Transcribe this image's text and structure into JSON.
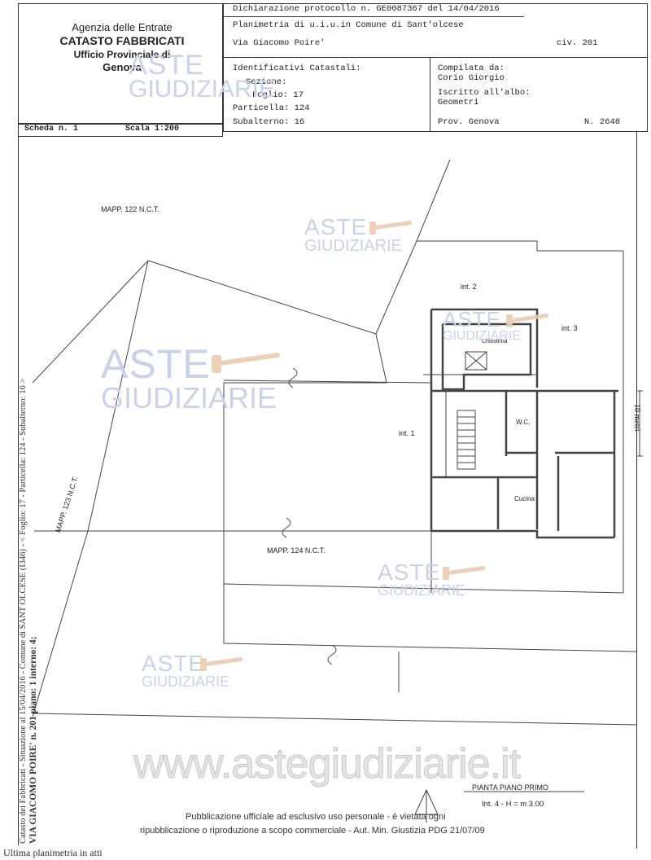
{
  "header": {
    "agency_line1": "Agenzia delle Entrate",
    "agency_line2": "CATASTO FABBRICATI",
    "agency_line3": "Ufficio Provinciale di",
    "agency_line4": "Genova",
    "dichiarazione": "Dichiarazione protocollo n. GE0087367 del  14/04/2016",
    "planimetria": "Planimetria di u.i.u.in Comune di Sant'olcese",
    "address": "Via Giacomo Poire'",
    "civ": "civ. 201",
    "identificativi_title": "Identificativi Catastali:",
    "sezione": "Sezione:",
    "foglio": "Foglio: 17",
    "particella": "Particella: 124",
    "subalterno": "Subalterno: 16",
    "compilata_title": "Compilata da:",
    "compilata_name": "Corio Giorgio",
    "iscritto_title": "Iscritto all'albo:",
    "iscritto_value": "Geometri",
    "prov": "Prov. Genova",
    "numero": "N. 2648",
    "scheda": "Scheda n. 1",
    "scala": "Scala 1:200"
  },
  "plan_labels": {
    "mapp122": "MAPP. 122 N.C.T.",
    "mapp123": "MAPP. 123 N.C.T.",
    "mapp124": "MAPP. 124 N.C.T.",
    "int1": "int. 1",
    "int2": "int. 2",
    "int3": "int. 3",
    "chiostrina": "Chiostrina",
    "wc": "W.C.",
    "cucina": "Cucina",
    "dimension": "10 metri"
  },
  "footer": {
    "pianta": "PIANTA PIANO PRIMO",
    "int_h": "Int. 4 - H = m 3.00",
    "pubblicazione1": "Pubblicazione ufficiale ad esclusivo uso personale - è vietata ogni",
    "pubblicazione2": "ripubblicazione o riproduzione a scopo commerciale - Aut. Min. Giustizia PDG 21/07/09",
    "ultima": "Ultima planimetria in atti",
    "website": "www.astegiudiziarie.it"
  },
  "side_text": {
    "line1": "Catasto dei Fabbricati - Situazione al 15/04/2016 - Comune di SANT OLCESE (I346) - < Foglio: 17 - Particella: 124 - Subalterno: 16 >",
    "line2": "VIA GIACOMO POIRE' n. 201 piano: 1 interno: 4;"
  },
  "watermark": {
    "aste": "ASTE",
    "giudiziarie": "GIUDIZIARIE"
  }
}
